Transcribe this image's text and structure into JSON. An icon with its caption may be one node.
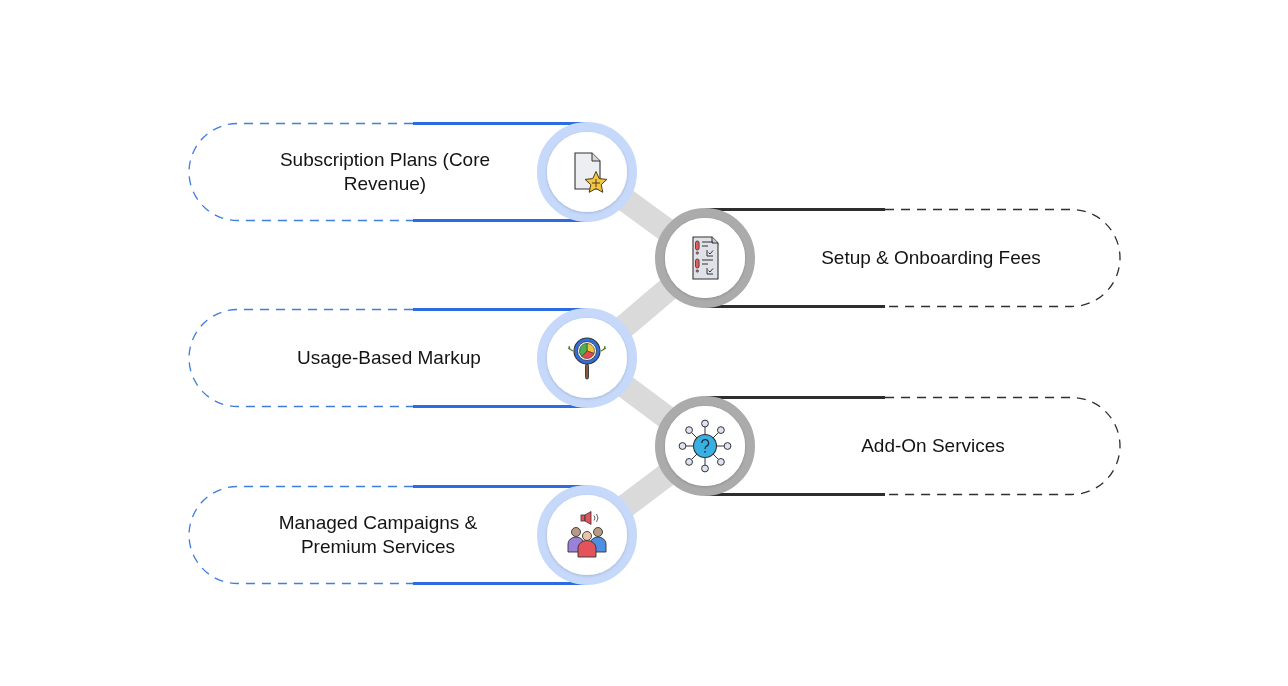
{
  "diagram": {
    "nodes": [
      {
        "text": [
          "Subscription Plans (Core Revenue)"
        ]
      },
      {
        "text": [
          "Setup & Onboarding Fees"
        ]
      },
      {
        "text": [
          "Usage-Based Markup"
        ]
      },
      {
        "text": [
          "Add-On Services"
        ]
      },
      {
        "text": [
          "Managed Campaigns & Premium Services"
        ]
      }
    ],
    "edges": [
      {
        "from": 0,
        "to": 1,
        "arrow": "none"
      },
      {
        "from": 1,
        "to": 2,
        "arrow": "none"
      },
      {
        "from": 2,
        "to": 3,
        "arrow": "none"
      },
      {
        "from": 3,
        "to": 4,
        "arrow": "none"
      }
    ]
  }
}
